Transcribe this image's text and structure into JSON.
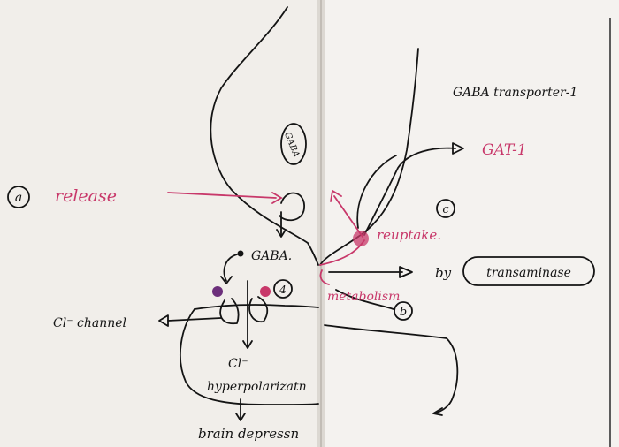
{
  "labels": {
    "gaba_vesicle": "GABA",
    "circle_a": "a",
    "release": "release",
    "gaba": "GABA.",
    "circle_4": "4",
    "cl_channel": "Cl⁻ channel",
    "cl_minus": "Cl⁻",
    "hyperpolarization": "hyperpolarizatn",
    "brain_depression": "brain depressn",
    "gaba_transporter": "GABA transporter-1",
    "gat1": "GAT-1",
    "circle_c": "c",
    "reuptake": "reuptake.",
    "by": "by",
    "transaminase": "transaminase",
    "metabolism": "metabolism",
    "circle_b": "b"
  },
  "colors": {
    "paper_left": "#f1eeea",
    "paper_right": "#f4f2ef",
    "ink": "#141414",
    "magenta": "#c8386a",
    "violet": "#6c2f7b"
  }
}
